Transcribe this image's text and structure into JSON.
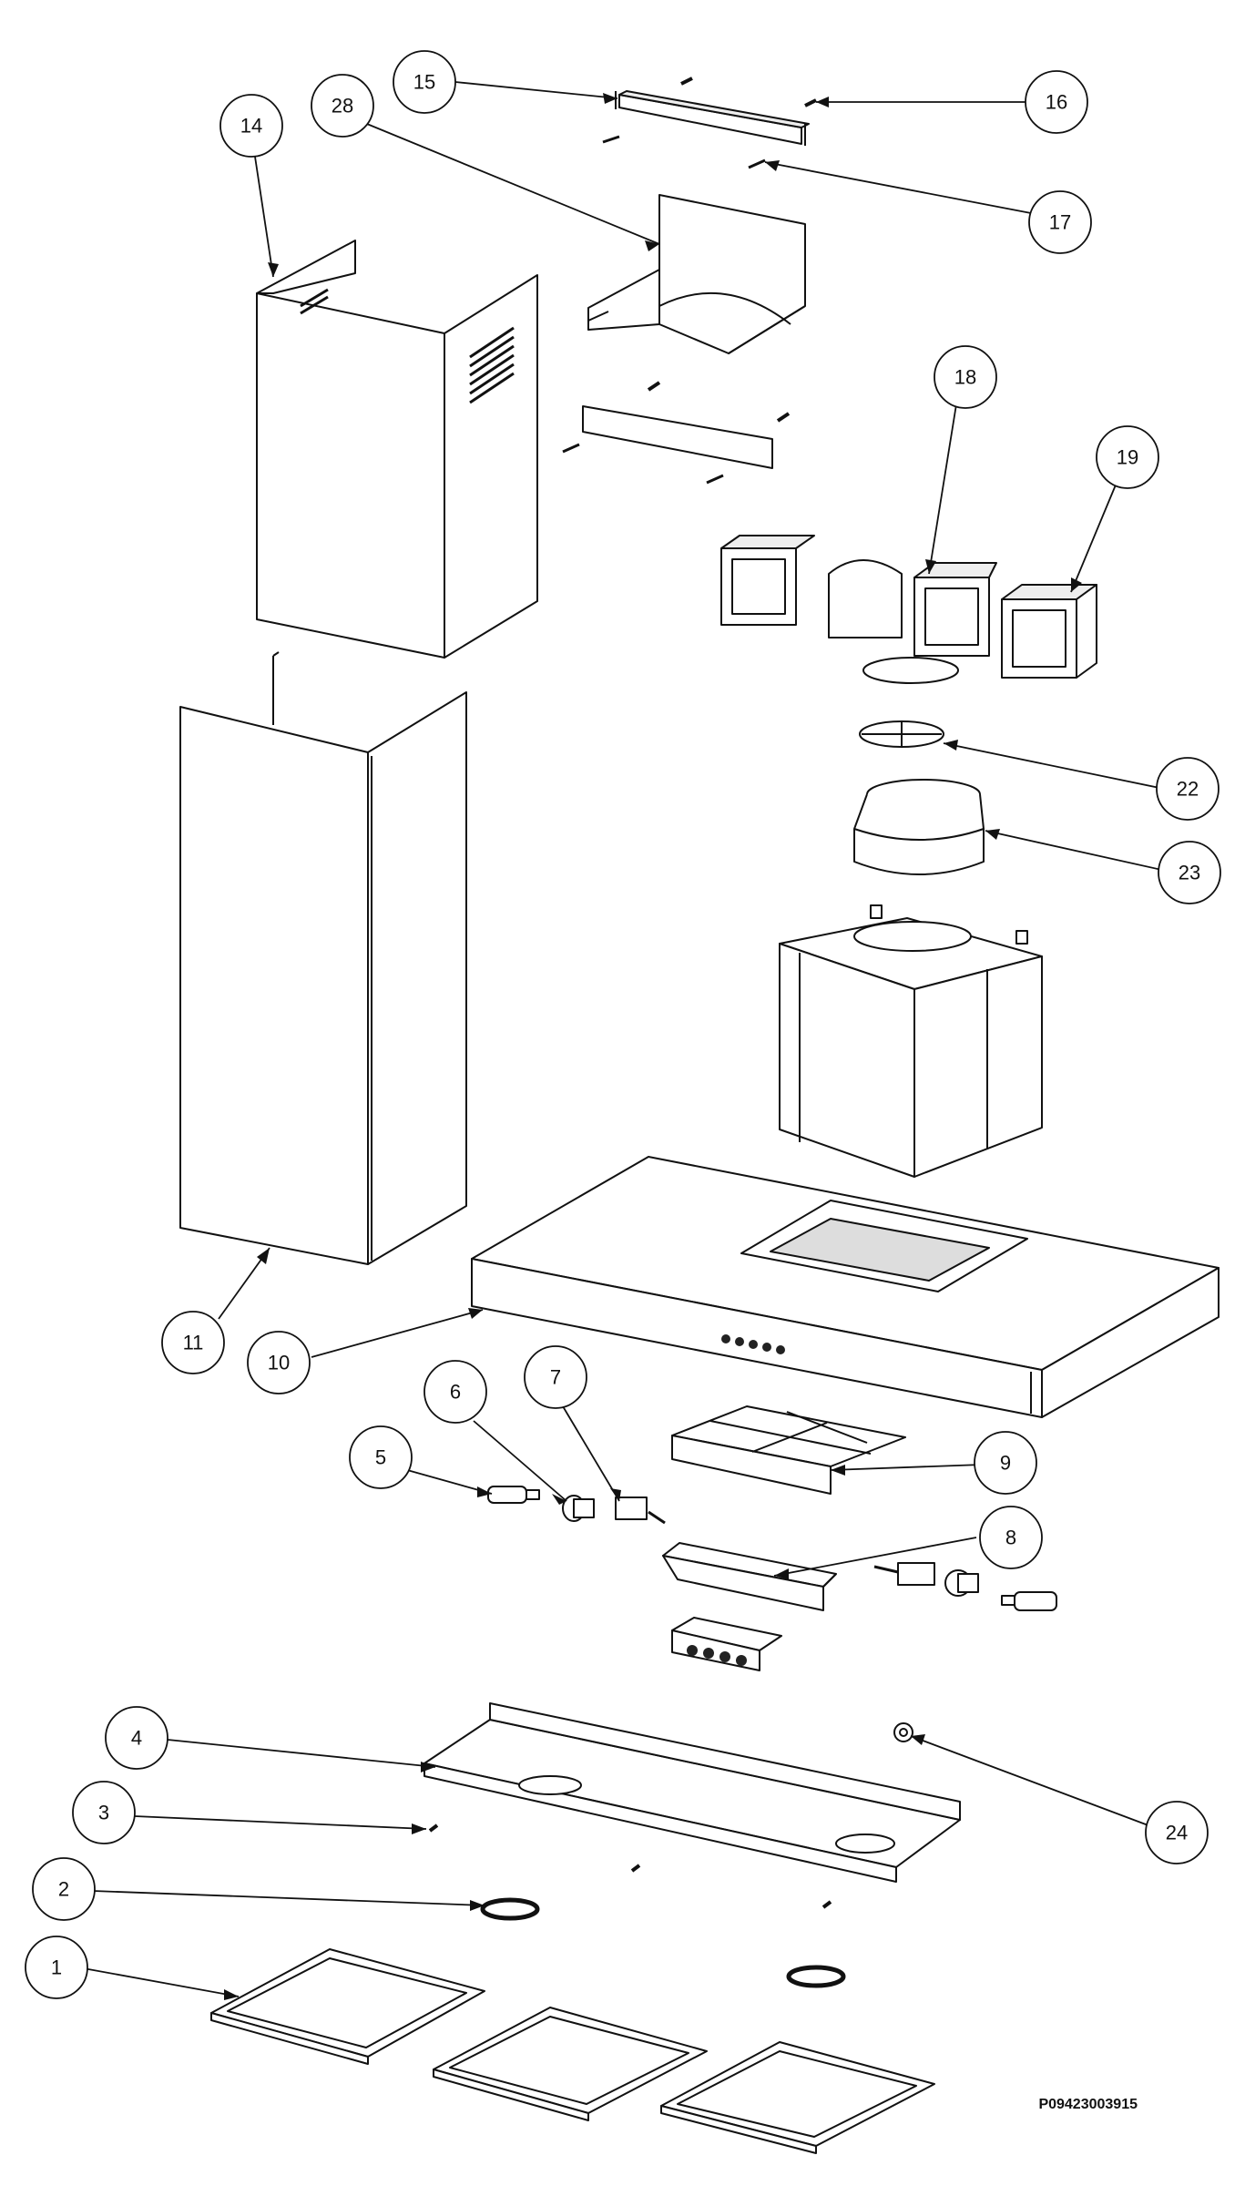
{
  "document": {
    "code": "P09423003915"
  },
  "callouts": [
    {
      "label": "1",
      "part": "grease-filter"
    },
    {
      "label": "2",
      "part": "ring"
    },
    {
      "label": "3",
      "part": "screw"
    },
    {
      "label": "4",
      "part": "bottom-plate"
    },
    {
      "label": "5",
      "part": "knob-shaft"
    },
    {
      "label": "6",
      "part": "knob"
    },
    {
      "label": "7",
      "part": "switch"
    },
    {
      "label": "8",
      "part": "control-bracket"
    },
    {
      "label": "9",
      "part": "carbon-filter"
    },
    {
      "label": "10",
      "part": "hood-body"
    },
    {
      "label": "11",
      "part": "lower-chimney"
    },
    {
      "label": "14",
      "part": "upper-chimney"
    },
    {
      "label": "15",
      "part": "chimney-bracket"
    },
    {
      "label": "16",
      "part": "wall-plug"
    },
    {
      "label": "17",
      "part": "screw"
    },
    {
      "label": "18",
      "part": "duct-adapter"
    },
    {
      "label": "19",
      "part": "duct-connector"
    },
    {
      "label": "22",
      "part": "non-return-valve"
    },
    {
      "label": "23",
      "part": "duct-ring"
    },
    {
      "label": "24",
      "part": "grommet"
    },
    {
      "label": "28",
      "part": "support-bracket"
    }
  ]
}
